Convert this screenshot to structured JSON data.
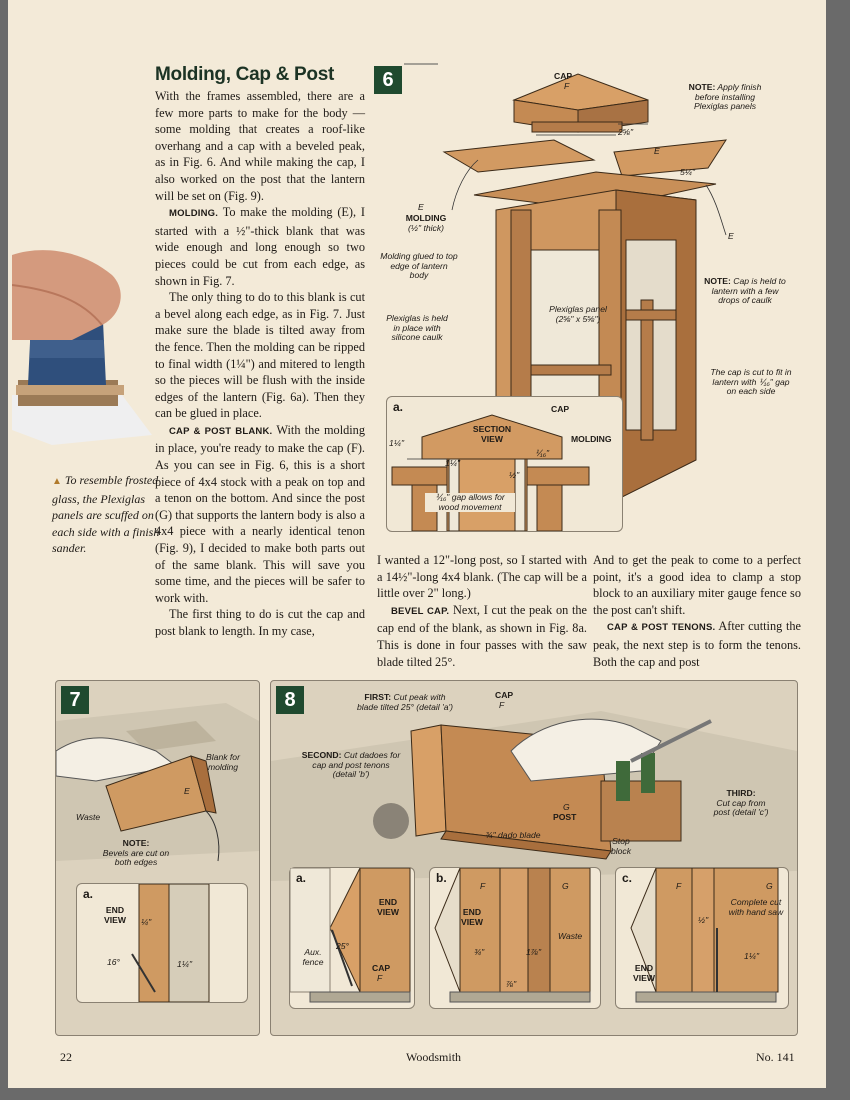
{
  "article": {
    "title": "Molding, Cap & Post",
    "col1": {
      "p1": "With the frames assembled, there are a few more parts to make for the body — some molding that creates a roof-like overhang and a cap with a beveled peak, as in Fig. 6. And while making the cap, I also worked on the post that the lantern will be set on (Fig. 9).",
      "molding_head": "MOLDING.",
      "molding_text": "To make the molding (E), I started with a ½\"-thick blank that was wide enough and long enough so two pieces could be cut from each edge, as shown in Fig. 7.",
      "p3": "The only thing to do to this blank is cut a bevel along each edge, as in Fig. 7. Just make sure the blade is tilted away from the fence. Then the molding can be ripped to final width (1¼\") and mitered to length so the pieces will be flush with the inside edges of the lantern (Fig. 6a). Then they can be glued in place.",
      "cap_head": "CAP & POST BLANK.",
      "cap_text": "With the molding in place, you're ready to make the cap (F). As you can see in Fig. 6, this is a short piece of 4x4 stock with a peak on top and a tenon on the bottom. And since the post (G) that supports the lantern body is also a 4x4 piece with a nearly identical tenon (Fig. 9), I decided to make both parts out of the same blank. This will save you some time, and the pieces will be safer to work with.",
      "p5": "The first thing to do is cut the cap and post blank to length. In my case,"
    },
    "col2": {
      "p1": "I wanted a 12\"-long post, so I started with a 14½\"-long 4x4 blank. (The cap will be a little over 2\" long.)",
      "bevel_head": "BEVEL CAP.",
      "bevel_text": "Next, I cut the peak on the cap end of the blank, as shown in Fig. 8a. This is done in four passes with the saw blade tilted 25°."
    },
    "col3": {
      "p1": "And to get the peak to come to a perfect point, it's a good idea to clamp a stop block to an auxiliary miter gauge fence so the post can't shift.",
      "tenon_head": "CAP & POST TENONS.",
      "tenon_text": "After cutting the peak, the next step is to form the tenons. Both the cap and post"
    },
    "photo_caption": "To resemble frosted glass, the Plexiglas panels are scuffed on each side with a finish sander."
  },
  "fig6": {
    "number": "6",
    "cap": "CAP",
    "f": "F",
    "e": "E",
    "note_finish_label": "NOTE:",
    "note_finish": "Apply finish before installing Plexiglas panels",
    "dim_cap": "2⅝\"",
    "dim_molding": "5¼\"",
    "molding_label": "MOLDING",
    "molding_thick": "(½\" thick)",
    "molding_glued": "Molding glued to top edge of lantern body",
    "plexi_panel": "Plexiglas panel (2⅝\" x 5⅝\")",
    "plexi_held": "Plexiglas is held in place with silicone caulk",
    "note_cap_label": "NOTE:",
    "note_cap": "Cap is held to lantern with a few drops of caulk",
    "cap_cut": "The cap is cut to fit in lantern with ⅟₁₆\" gap on each side",
    "detail_a": {
      "letter": "a.",
      "section": "SECTION VIEW",
      "cap": "CAP",
      "molding": "MOLDING",
      "dim1": "1¼\"",
      "dim2": "1¼\"",
      "dim3": "⅟₁₆\"",
      "dim4": "½\"",
      "gap": "⅟₁₆\" gap allows for wood movement"
    }
  },
  "fig7": {
    "number": "7",
    "blank": "Blank for molding",
    "waste": "Waste",
    "e": "E",
    "note_label": "NOTE:",
    "note": "Bevels are cut on both edges",
    "detail": {
      "letter": "a.",
      "end_view": "END VIEW",
      "dim_quarter": "¼\"",
      "dim_angle": "16°",
      "dim_width": "1¼\""
    }
  },
  "fig8": {
    "number": "8",
    "first": "FIRST:",
    "first_text": "Cut peak with blade tilted 25° (detail 'a')",
    "second": "SECOND:",
    "second_text": "Cut dadoes for cap and post tenons (detail 'b')",
    "third": "THIRD:",
    "third_text": "Cut cap from post (detail 'c')",
    "cap": "CAP",
    "post": "POST",
    "f": "F",
    "g": "G",
    "dado": "¾\" dado blade",
    "stop": "Stop block",
    "det_a": {
      "letter": "a.",
      "end_view": "END VIEW",
      "angle": "25°",
      "aux": "Aux. fence",
      "cap": "CAP",
      "f": "F"
    },
    "det_b": {
      "letter": "b.",
      "end_view": "END VIEW",
      "dim1": "¾\"",
      "dim2": "1⅞\"",
      "dim3": "⅞\"",
      "waste": "Waste",
      "f": "F",
      "g": "G"
    },
    "det_c": {
      "letter": "c.",
      "end_view": "END VIEW",
      "dim1": "½\"",
      "dim2": "1¼\"",
      "note": "Complete cut with hand saw",
      "f": "F",
      "g": "G"
    }
  },
  "footer": {
    "page": "22",
    "magazine": "Woodsmith",
    "issue": "No. 141"
  }
}
